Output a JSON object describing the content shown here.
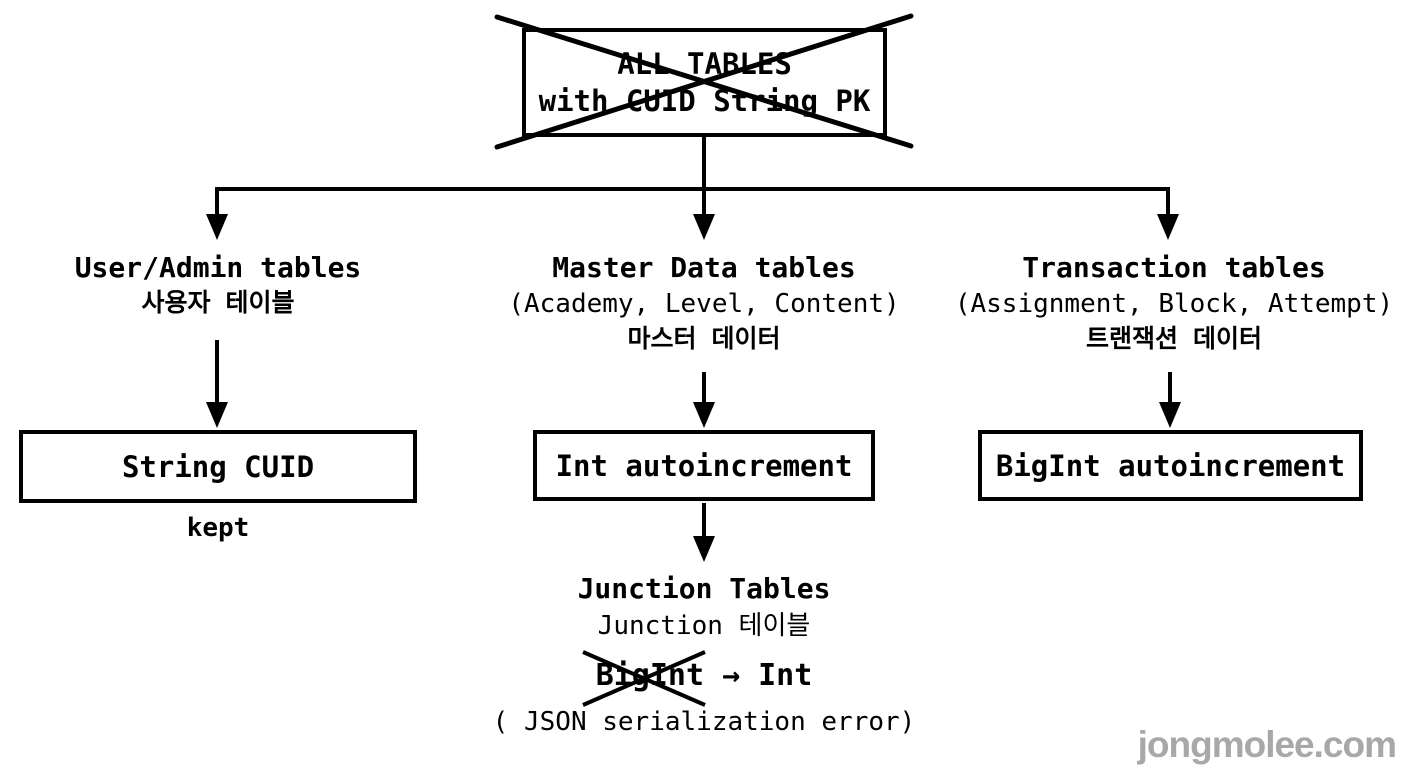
{
  "top_node": {
    "line1": "ALL TABLES",
    "line2": "with CUID String PK",
    "crossed_out": true
  },
  "branches": [
    {
      "title": "User/Admin tables",
      "subtitle": "",
      "korean": "사용자 테이블",
      "result_box": "String CUID",
      "note": "kept"
    },
    {
      "title": "Master Data tables",
      "subtitle": "(Academy, Level, Content)",
      "korean": "마스터 데이터",
      "result_box": "Int autoincrement"
    },
    {
      "title": "Transaction tables",
      "subtitle": "(Assignment, Block, Attempt)",
      "korean": "트랜잭션 데이터",
      "result_box": "BigInt autoincrement"
    }
  ],
  "junction": {
    "title": "Junction Tables",
    "korean": "Junction 테이블",
    "change_from": "BigInt",
    "transition_arrow": "→",
    "change_to": "Int",
    "change_from_crossed_out": true,
    "reason": "( JSON serialization error)"
  },
  "watermark": "jongmolee.com",
  "colors": {
    "background": "#ffffff",
    "ink": "#000000",
    "watermark": "#a8a8a8"
  }
}
